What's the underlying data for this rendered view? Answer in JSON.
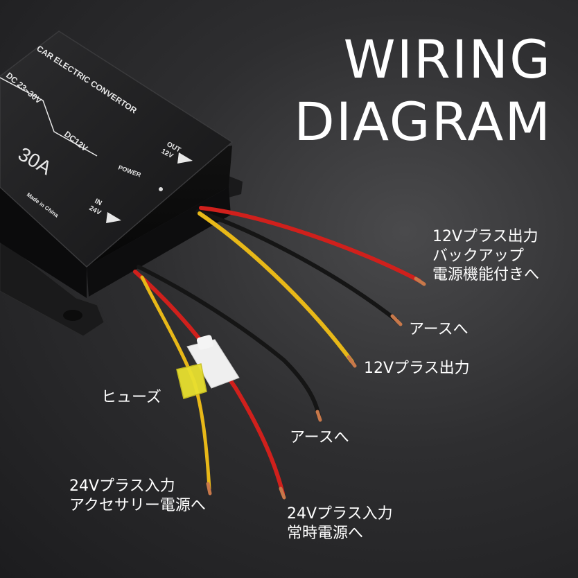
{
  "title": {
    "line1": "WIRING",
    "line2": "DIAGRAM"
  },
  "device": {
    "name": "CAR ELECTRIC CONVERTOR",
    "input_spec": "DC 23~30V",
    "output_spec": "DC12V",
    "current": "30A",
    "origin": "Made in China",
    "out_label": "OUT",
    "out_voltage": "12V",
    "in_label": "IN",
    "in_voltage": "24V",
    "power_label": "POWER"
  },
  "labels": {
    "out_backup": [
      "12Vプラス出力",
      "バックアップ",
      "電源機能付きへ"
    ],
    "out_ground": "アースへ",
    "out_plus": "12Vプラス出力",
    "fuse": "ヒューズ",
    "in_ground": "アースへ",
    "in_acc": [
      "24Vプラス入力",
      "アクセサリー電源へ"
    ],
    "in_constant": [
      "24Vプラス入力",
      "常時電源へ"
    ]
  },
  "colors": {
    "red_wire": "#d0201c",
    "black_wire": "#151515",
    "yellow_wire": "#e8b818",
    "copper": "#c8784a",
    "fuse": "#e8e030",
    "fuse_holder": "#efefef"
  }
}
